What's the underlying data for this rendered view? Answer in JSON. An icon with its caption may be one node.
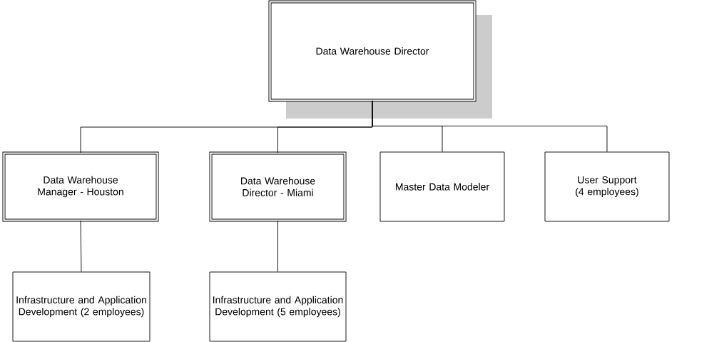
{
  "diagram": {
    "nodes": [
      {
        "text": [
          "Data Warehouse Director"
        ]
      },
      {
        "text": [
          "Data Warehouse Manager - Houston"
        ]
      },
      {
        "text": [
          "Data Warehouse Director - Miami"
        ]
      },
      {
        "text": [
          "Master Data Modeler"
        ]
      },
      {
        "text": [
          "User Support (4 employees)"
        ]
      },
      {
        "text": [
          "Infrastructure and Application Development (2 employees)"
        ]
      },
      {
        "text": [
          "Infrastructure and Application Development (5 employees)"
        ]
      }
    ],
    "edges": [
      {
        "from": 0,
        "to": 1,
        "arrow": "none"
      },
      {
        "from": 0,
        "to": 2,
        "arrow": "none"
      },
      {
        "from": 0,
        "to": 3,
        "arrow": "none"
      },
      {
        "from": 0,
        "to": 4,
        "arrow": "none"
      },
      {
        "from": 1,
        "to": 5,
        "arrow": "none"
      },
      {
        "from": 2,
        "to": 6,
        "arrow": "none"
      }
    ]
  }
}
